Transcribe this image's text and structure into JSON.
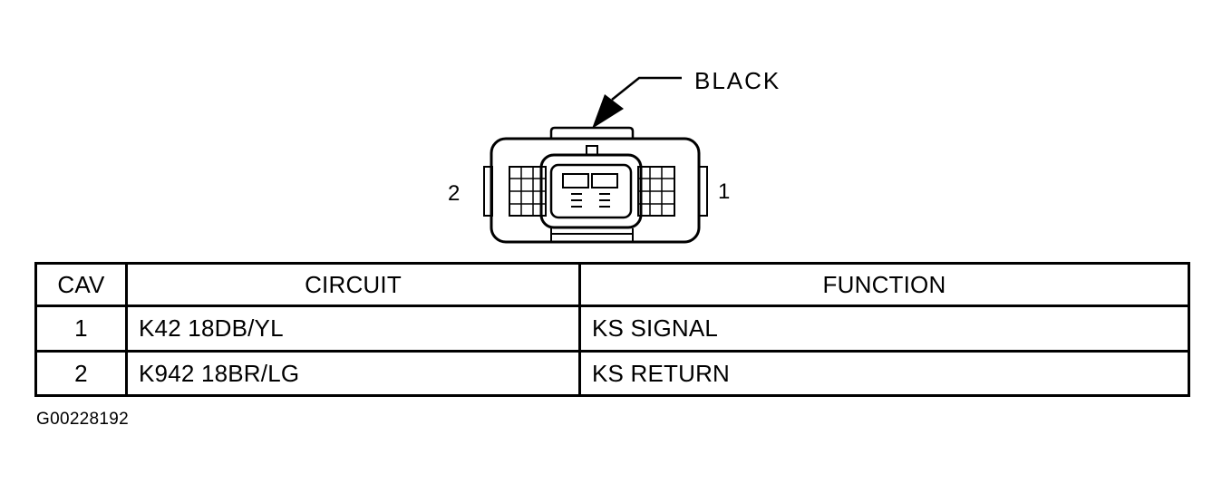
{
  "connector": {
    "color_label": "BLACK",
    "pin_left_label": "2",
    "pin_right_label": "1"
  },
  "table": {
    "headers": {
      "cav": "CAV",
      "circuit": "CIRCUIT",
      "function": "FUNCTION"
    },
    "rows": [
      {
        "cav": "1",
        "circuit": "K42 18DB/YL",
        "function": "KS SIGNAL"
      },
      {
        "cav": "2",
        "circuit": "K942 18BR/LG",
        "function": "KS RETURN"
      }
    ]
  },
  "figure_id": "G00228192"
}
